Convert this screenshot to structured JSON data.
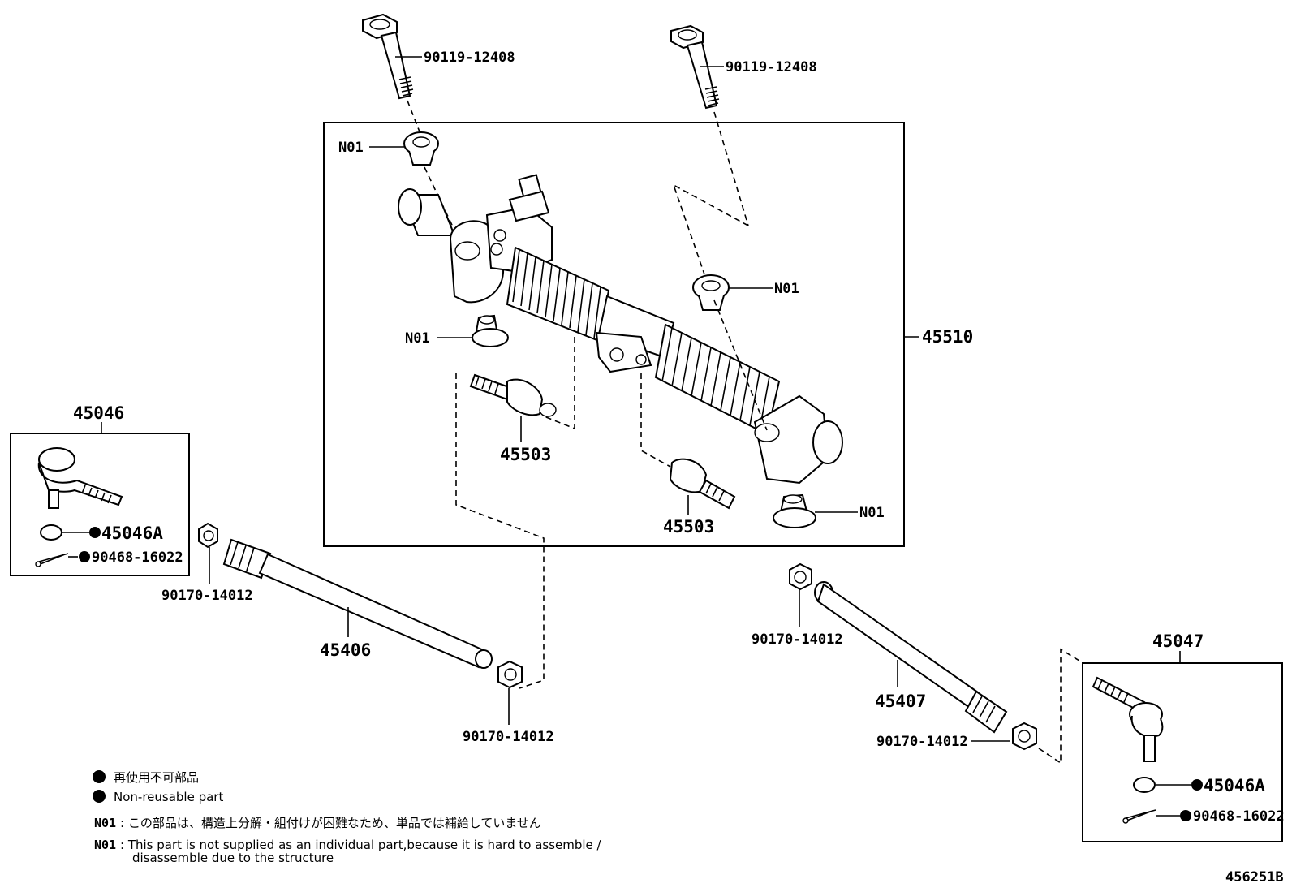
{
  "labels": {
    "bolt_left": "90119-12408",
    "bolt_right": "90119-12408",
    "n01_a": "N01",
    "n01_b": "N01",
    "n01_c": "N01",
    "n01_d": "N01",
    "rack_assembly": "45510",
    "inner_end_left": "45503",
    "inner_end_right": "45503",
    "tie_rod_end_left": "45046",
    "nut_left": "45046A",
    "pin_left": "90468-16022",
    "tie_rod_end_right": "45047",
    "nut_right": "45046A",
    "pin_right": "90468-16022",
    "rod_left": "45406",
    "rod_right": "45407",
    "jam_nut_1": "90170-14012",
    "jam_nut_2": "90170-14012",
    "jam_nut_3": "90170-14012",
    "jam_nut_4": "90170-14012",
    "diagram_id": "456251B"
  },
  "legend": {
    "bullet_jp": "再使用不可部品",
    "bullet_en": "Non-reusable part",
    "n01_key_1": "N01",
    "n01_jp": ": この部品は、構造上分解・組付けが困難なため、単品では補給していません",
    "n01_key_2": "N01",
    "n01_en_1": ": This part is not supplied as an individual part,because it is hard to assemble /",
    "n01_en_2": "disassemble due to the structure"
  }
}
